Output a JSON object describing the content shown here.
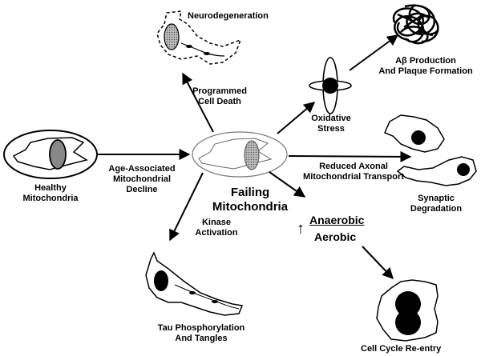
{
  "nodes": {
    "healthy": "Healthy\nMitochondria",
    "failing": "Failing\nMitochondria",
    "neurodegeneration": "Neurodegeneration",
    "abeta": "Aβ Production\nAnd Plaque Formation",
    "synaptic": "Synaptic\nDegradation",
    "tau": "Tau Phosphorylation\nAnd Tangles",
    "cell_cycle": "Cell Cycle Re-entry"
  },
  "edges": {
    "age_decline": "Age-Associated\nMitochondrial\nDecline",
    "programmed_death": "Programmed\nCell Death",
    "oxidative_stress": "Oxidative\nStress",
    "axonal_transport": "Reduced Axonal\nMitochondrial Transport",
    "kinase": "Kinase\nActivation",
    "anaerobic": "Anaerobic",
    "aerobic": "Aerobic",
    "up_arrow": "↑"
  }
}
